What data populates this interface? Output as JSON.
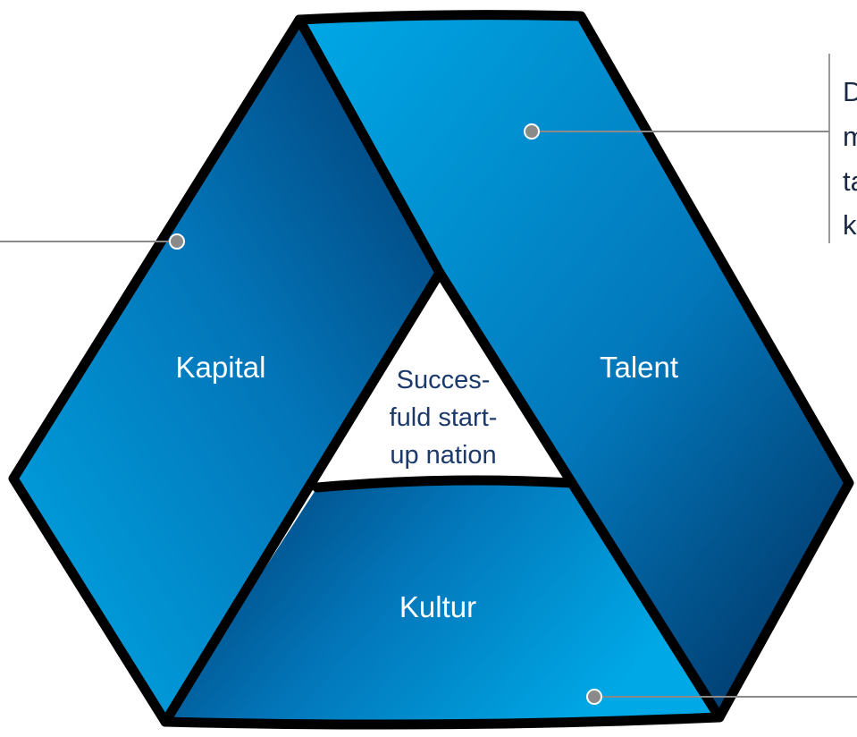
{
  "segments": {
    "kapital": "Kapital",
    "talent": "Talent",
    "kultur": "Kultur"
  },
  "center": {
    "line1": "Succes-",
    "line2": "fuld start-",
    "line3": "up nation"
  },
  "right_callout": {
    "line1": "D",
    "line2": "m",
    "line3": "ta",
    "line4": "k"
  },
  "colors": {
    "light_blue": "#00a3e0",
    "dark_blue": "#00305f",
    "outline": "#000000",
    "callout": "#8a8a8a"
  }
}
